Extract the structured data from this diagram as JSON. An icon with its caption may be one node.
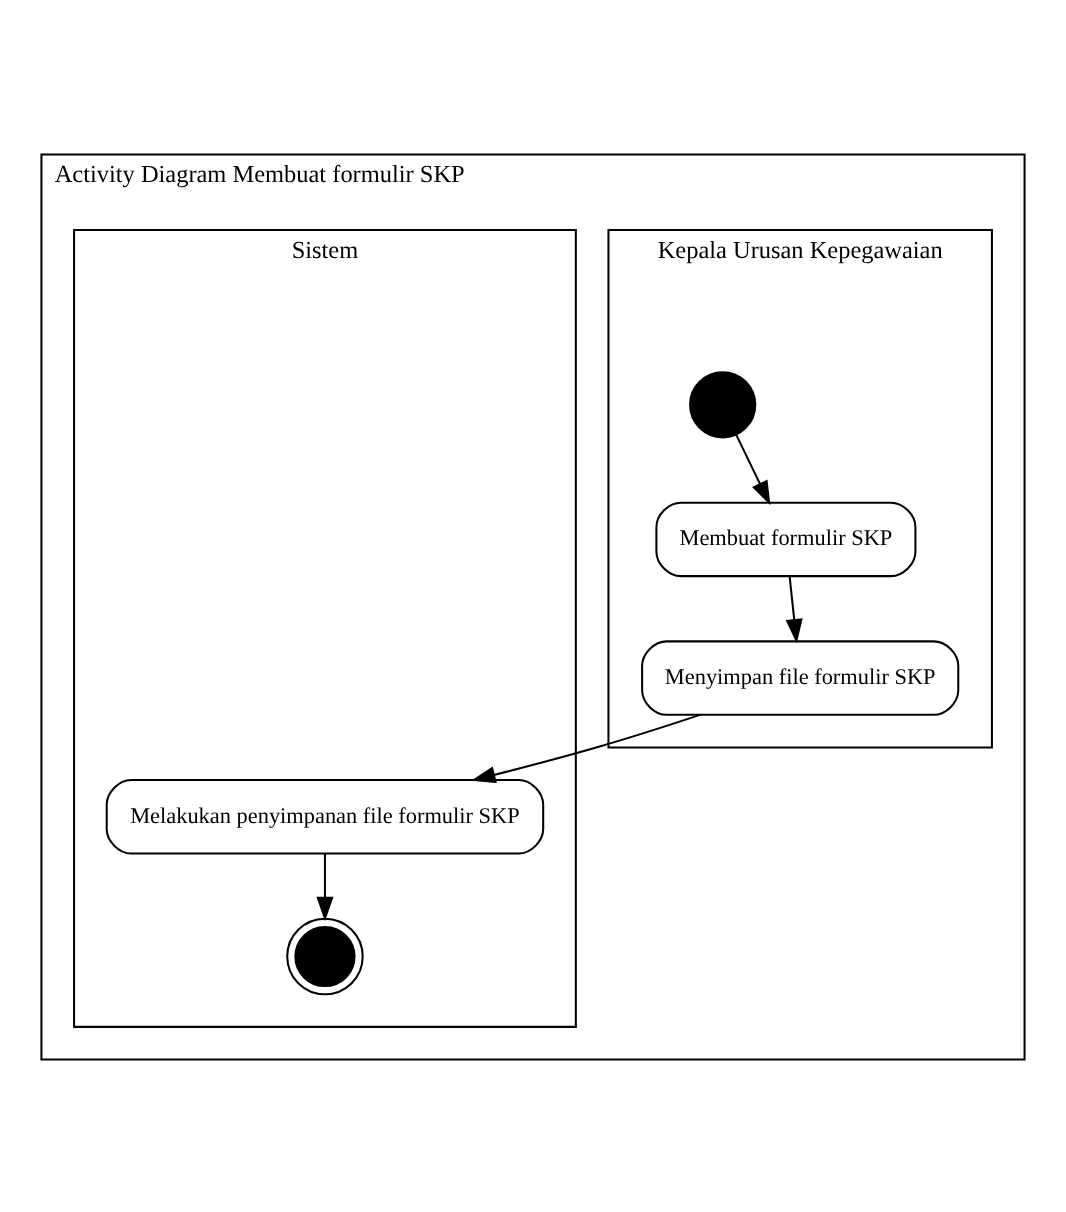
{
  "diagram": {
    "nodes": [
      {
        "text": [
          "Activity Diagram Membuat formulir SKP"
        ]
      },
      {
        "text": [
          "Kepala Urusan Kepegawaian"
        ],
        "in": 0
      },
      {
        "text": [
          "Sistem"
        ],
        "in": 0
      },
      {
        "text": [],
        "shape": "circle",
        "in": 1
      },
      {
        "text": [
          "Membuat formulir SKP"
        ],
        "in": 1
      },
      {
        "text": [
          "Menyimpan file formulir SKP"
        ],
        "in": 1
      },
      {
        "text": [
          "Melakukan penyimpanan file formulir SKP"
        ],
        "in": 2
      },
      {
        "text": [],
        "shape": "circle",
        "in": 2
      }
    ],
    "edges": [
      {
        "from": 3,
        "to": 4,
        "arrow": "to"
      },
      {
        "from": 4,
        "to": 5,
        "arrow": "to"
      },
      {
        "from": 5,
        "to": 6,
        "arrow": "to"
      },
      {
        "from": 6,
        "to": 7,
        "arrow": "to"
      }
    ]
  }
}
